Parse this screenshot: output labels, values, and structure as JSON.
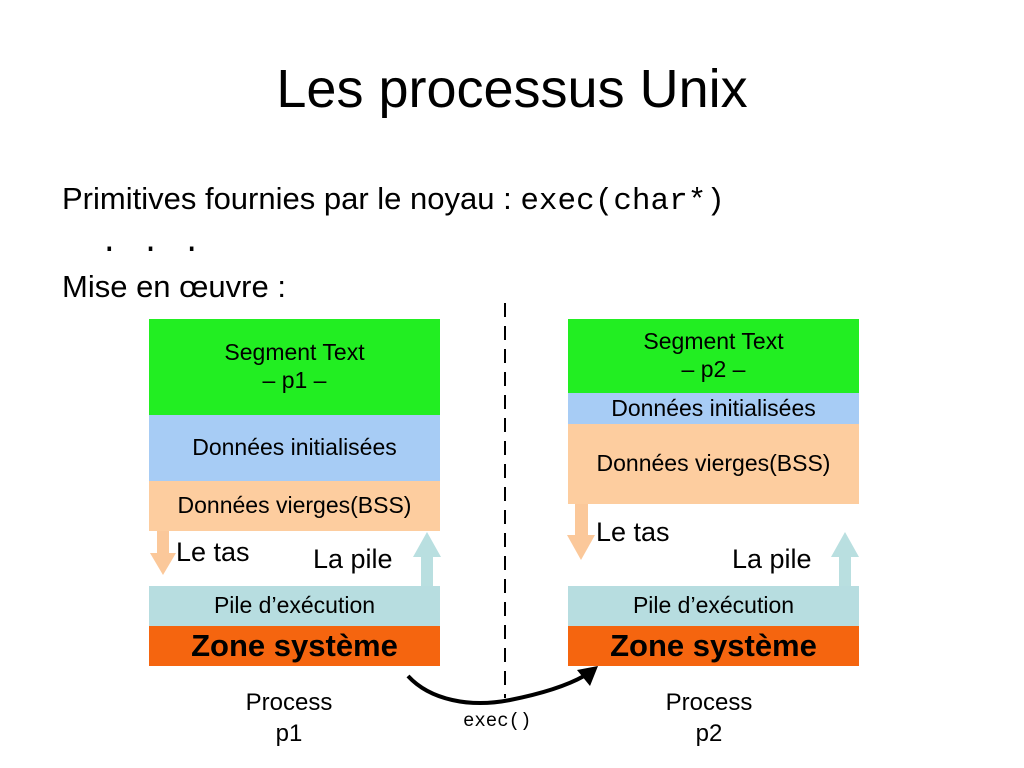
{
  "title": "Les processus Unix",
  "bullets": {
    "primitives_text": "Primitives fournies par le noyau : ",
    "primitives_code": "exec(char*)",
    "ellipsis": ". . .",
    "mise_en_oeuvre": "Mise en œuvre :"
  },
  "process1": {
    "segment_text": "Segment Text",
    "segment_sub": "– p1 –",
    "donnees_init": "Données initialisées",
    "donnees_bss": "Données vierges(BSS)",
    "le_tas": "Le tas",
    "la_pile": "La pile",
    "pile_exec": "Pile d’exécution",
    "zone_systeme": "Zone système",
    "label_line1": "Process",
    "label_line2": "p1"
  },
  "process2": {
    "segment_text": "Segment Text",
    "segment_sub": "– p2 –",
    "donnees_init": "Données initialisées",
    "donnees_bss": "Données vierges(BSS)",
    "le_tas": "Le tas",
    "la_pile": "La pile",
    "pile_exec": "Pile d’exécution",
    "zone_systeme": "Zone système",
    "label_line1": "Process",
    "label_line2": "p2"
  },
  "exec_label": "exec()",
  "colors": {
    "text_segment": "#22ee22",
    "init_data": "#a7ccf5",
    "bss": "#fdcd9f",
    "stack": "#b7dde0",
    "system": "#f5650f",
    "heap_arrow": "#fbc89a",
    "stack_arrow": "#b9dfe0"
  }
}
